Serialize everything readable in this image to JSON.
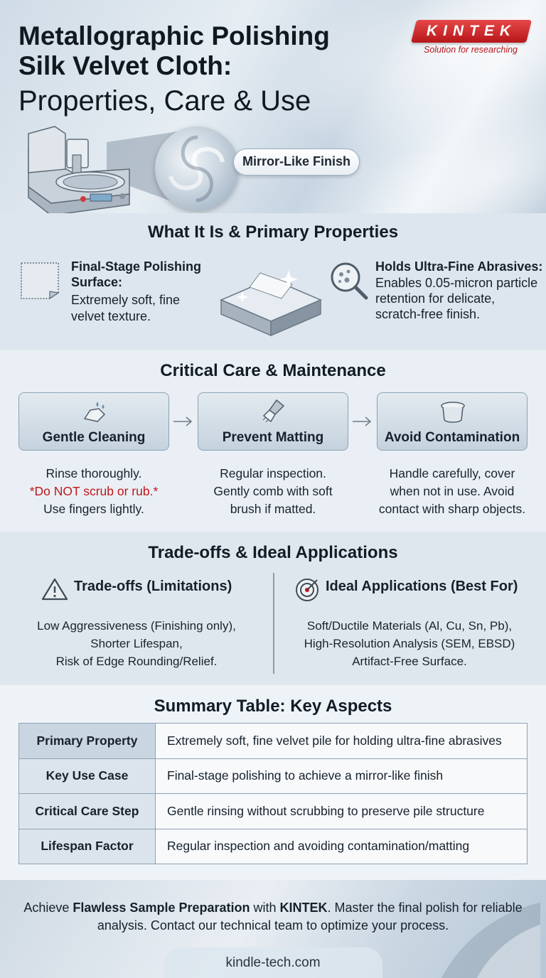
{
  "header": {
    "title_line1": "Metallographic Polishing",
    "title_line2": "Silk Velvet Cloth:",
    "title_line3": "Properties, Care & Use",
    "logo_text": "KINTEK",
    "logo_tagline": "Solution for researching",
    "badge": "Mirror-Like Finish"
  },
  "properties": {
    "title": "What It Is & Primary Properties",
    "left_title": "Final-Stage Polishing Surface:",
    "left_body": "Extremely soft, fine velvet texture.",
    "right_title": "Holds Ultra-Fine Abrasives:",
    "right_body": "Enables 0.05-micron particle retention for delicate, scratch-free finish."
  },
  "care": {
    "title": "Critical Care & Maintenance",
    "cards": [
      {
        "label": "Gentle Cleaning",
        "line1": "Rinse thoroughly.",
        "warning": "*Do NOT scrub or rub.*",
        "line3": "Use fingers lightly."
      },
      {
        "label": "Prevent Matting",
        "line1": "Regular inspection.",
        "line2": "Gently comb with soft",
        "line3": "brush if matted."
      },
      {
        "label": "Avoid Contamination",
        "line1": "Handle carefully, cover",
        "line2": "when not in use. Avoid",
        "line3": "contact with sharp objects."
      }
    ]
  },
  "tradeoffs": {
    "title": "Trade-offs & Ideal Applications",
    "left_head": "Trade-offs (Limitations)",
    "left_lines": [
      "Low Aggressiveness (Finishing only),",
      "Shorter Lifespan,",
      "Risk of Edge Rounding/Relief."
    ],
    "right_head": "Ideal Applications (Best For)",
    "right_lines": [
      "Soft/Ductile Materials (Al, Cu, Sn, Pb),",
      "High-Resolution Analysis (SEM, EBSD)",
      "Artifact-Free Surface."
    ]
  },
  "summary": {
    "title": "Summary Table: Key Aspects",
    "rows": [
      {
        "key": "Primary Property",
        "value": "Extremely soft, fine velvet pile for holding ultra-fine abrasives"
      },
      {
        "key": "Key Use Case",
        "value": "Final-stage polishing to achieve a mirror-like finish"
      },
      {
        "key": "Critical Care Step",
        "value": "Gentle rinsing without scrubbing to preserve pile structure"
      },
      {
        "key": "Lifespan Factor",
        "value": "Regular inspection and avoiding contamination/matting"
      }
    ]
  },
  "footer": {
    "cta_pre": "Achieve ",
    "cta_bold1": "Flawless Sample Preparation",
    "cta_mid": " with ",
    "cta_bold2": "KINTEK",
    "cta_post": ". Master the final polish for reliable analysis. Contact our technical team to optimize your process.",
    "site": "kindle-tech.com"
  },
  "colors": {
    "accent_red": "#c0161b",
    "card_border": "#8ea2b4",
    "text_dark": "#15202b"
  }
}
